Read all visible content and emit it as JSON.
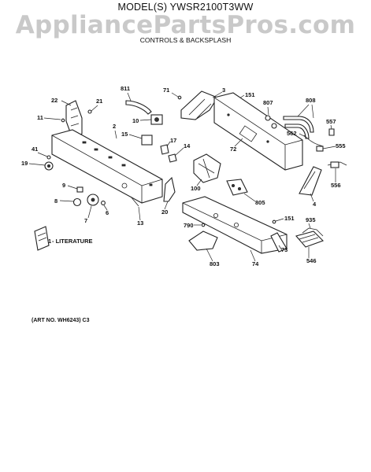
{
  "header": {
    "model": "MODEL(S) YWSR2100T3WW",
    "watermark": "AppliancePartsPros.com",
    "subtitle": "CONTROLS & BACKSPLASH"
  },
  "footer": {
    "art_number": "(ART NO. WH6243) C3"
  },
  "callouts": {
    "c22": "22",
    "c21": "21",
    "c11": "11",
    "c2": "2",
    "c811": "811",
    "c71": "71",
    "c3": "3",
    "c151a": "151",
    "c807": "807",
    "c808": "808",
    "c10": "10",
    "c557": "557",
    "c562": "562",
    "c15": "15",
    "c17": "17",
    "c14": "14",
    "c41": "41",
    "c19": "19",
    "c72": "72",
    "c555": "555",
    "c556": "556",
    "c4": "4",
    "c100": "100",
    "c805": "805",
    "c9": "9",
    "c8": "8",
    "c7": "7",
    "c6": "6",
    "c13": "13",
    "c20": "20",
    "c151b": "151",
    "c935": "935",
    "c790": "790",
    "c73": "73",
    "c546": "546",
    "c803": "803",
    "c74": "74",
    "c1": "1"
  },
  "literature_label": "- LITERATURE"
}
